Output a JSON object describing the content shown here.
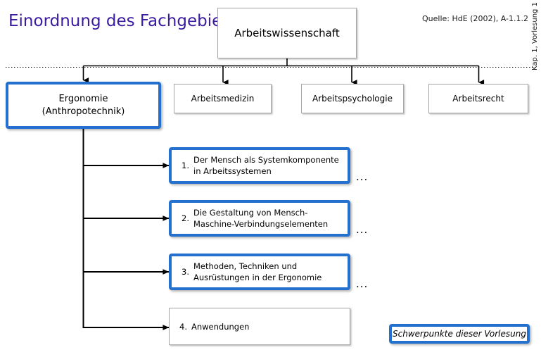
{
  "slide": {
    "title": "Einordnung des Fachgebiets",
    "source_note": "Quelle: HdE (2002), A-1.1.2",
    "side_caption": "Kap. 1, Vorlesung 1"
  },
  "colors": {
    "title": "#3A1BA0",
    "highlight_border": "#2470CE",
    "plain_border": "#A6A6A6",
    "line": "#000000",
    "background": "#FFFFFF"
  },
  "diagram": {
    "type": "hierarchy-tree",
    "root": {
      "label": "Arbeitswissenschaft",
      "style": "plain"
    },
    "branches": [
      {
        "label": "Ergonomie\n(Anthropotechnik)",
        "style": "highlight"
      },
      {
        "label": "Arbeitsmedizin",
        "style": "plain"
      },
      {
        "label": "Arbeitspsychologie",
        "style": "plain"
      },
      {
        "label": "Arbeitsrecht",
        "style": "plain"
      }
    ],
    "topics": [
      {
        "number": "1.",
        "text": "Der Mensch als Systemkomponente\nin Arbeitssystemen",
        "style": "highlight",
        "ellipsis": "..."
      },
      {
        "number": "2.",
        "text": "Die Gestaltung von Mensch-\nMaschine-Verbindungselementen",
        "style": "highlight",
        "ellipsis": "..."
      },
      {
        "number": "3.",
        "text": "Methoden, Techniken und\nAusrüstungen in der Ergonomie",
        "style": "highlight",
        "ellipsis": "..."
      },
      {
        "number": "4.",
        "text": "Anwendungen",
        "style": "plain",
        "ellipsis": ""
      }
    ],
    "legend": {
      "label": "Schwerpunkte dieser Vorlesung",
      "style": "highlight"
    }
  }
}
